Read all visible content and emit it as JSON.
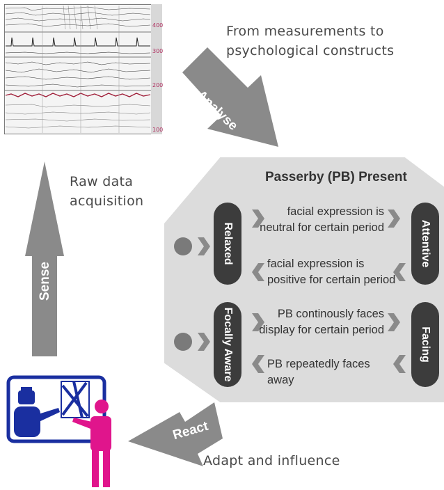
{
  "captions": {
    "measure": "From measurements to\npsychological constructs",
    "raw": "Raw data\nacquisition",
    "adapt": "Adapt and influence"
  },
  "arrows": {
    "analyse": "Analyse",
    "sense": "Sense",
    "react": "React"
  },
  "panel": {
    "title": "Passerby (PB) Present",
    "states": {
      "relaxed": "Relaxed",
      "attentive": "Attentive",
      "focally_aware": "Focally Aware",
      "facing": "Facing"
    },
    "transitions": {
      "relaxed_to_attentive": "facial expression is\nneutral for certain period",
      "attentive_to_relaxed": "facial expression is\npositive for certain period",
      "aware_to_facing": "PB continously faces\ndisplay for certain period",
      "facing_to_aware": "PB repeatedly faces away"
    }
  },
  "chart_ticks": [
    "400",
    "300",
    "200",
    "100"
  ],
  "colors": {
    "arrow": "#8a8a8a",
    "panel": "#dcdcdc",
    "pill": "#3c3c3c",
    "figure_blue": "#1a2fa0",
    "figure_pink": "#e0158c"
  }
}
